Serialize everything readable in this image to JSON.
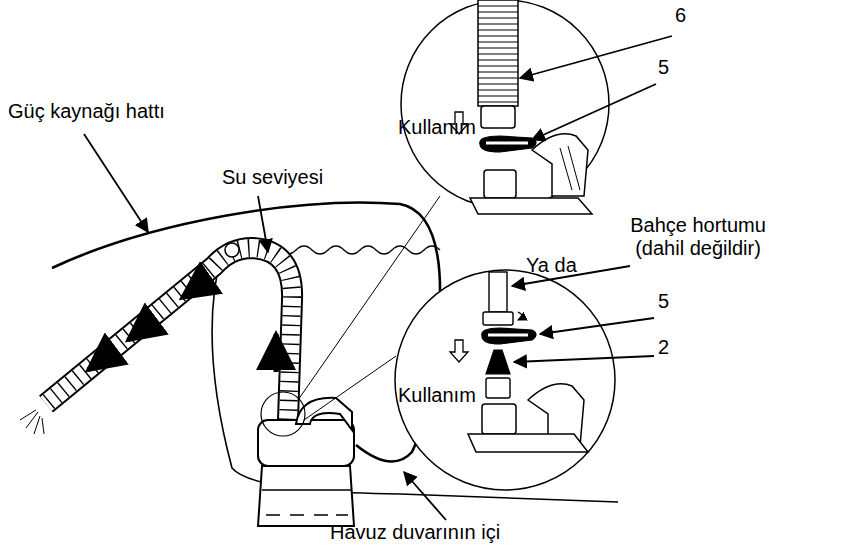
{
  "diagram": {
    "labels": [
      "Güç kaynağı hattı",
      "6",
      "5",
      "Kullanım",
      "Su seviyesi",
      "Ya da",
      "Bahçe hortumu (dahil değildir)",
      "5",
      "2",
      "Kullanım",
      "Havuz duvarının içi"
    ]
  }
}
